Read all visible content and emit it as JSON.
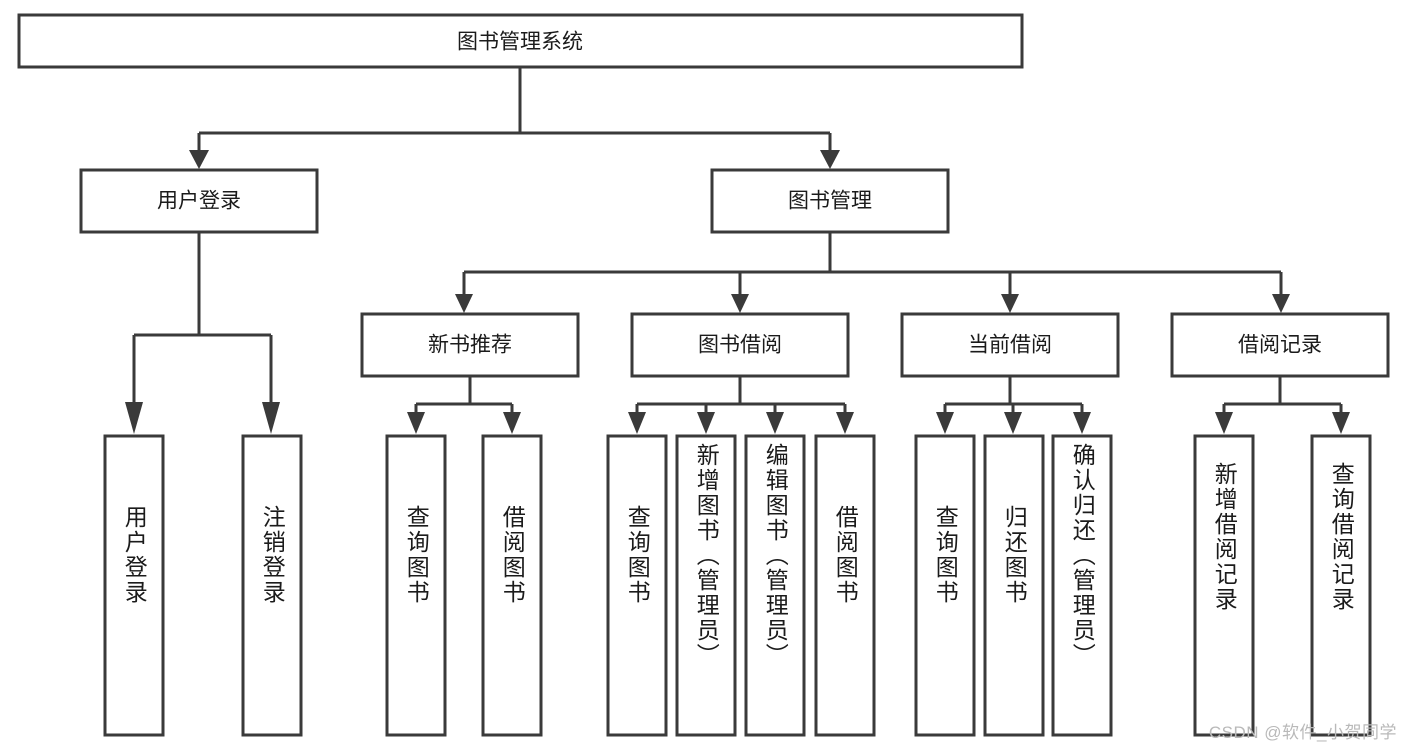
{
  "diagram": {
    "type": "tree-hierarchy-chart",
    "title": "图书管理系统",
    "watermark": "CSDN @软件_小贺同学",
    "colors": {
      "stroke": "#3a3a3a",
      "fill": "#ffffff",
      "text": "#1b1b1b",
      "watermark": "#b9b9b9"
    },
    "root": {
      "label": "图书管理系统"
    },
    "level2": [
      {
        "label": "用户登录"
      },
      {
        "label": "图书管理"
      }
    ],
    "level3": [
      {
        "label": "新书推荐"
      },
      {
        "label": "图书借阅"
      },
      {
        "label": "当前借阅"
      },
      {
        "label": "借阅记录"
      }
    ],
    "leaves": {
      "user_login": [
        {
          "label": "用户登录"
        },
        {
          "label": "注销登录"
        }
      ],
      "new_book": [
        {
          "label": "查询图书"
        },
        {
          "label": "借阅图书"
        }
      ],
      "book_borrow": [
        {
          "label": "查询图书"
        },
        {
          "label": "新增图书（管理员）"
        },
        {
          "label": "编辑图书（管理员）"
        },
        {
          "label": "借阅图书"
        }
      ],
      "current_borrow": [
        {
          "label": "查询图书"
        },
        {
          "label": "归还图书"
        },
        {
          "label": "确认归还（管理员）"
        }
      ],
      "borrow_record": [
        {
          "label": "新增借阅记录"
        },
        {
          "label": "查询借阅记录"
        }
      ]
    }
  }
}
